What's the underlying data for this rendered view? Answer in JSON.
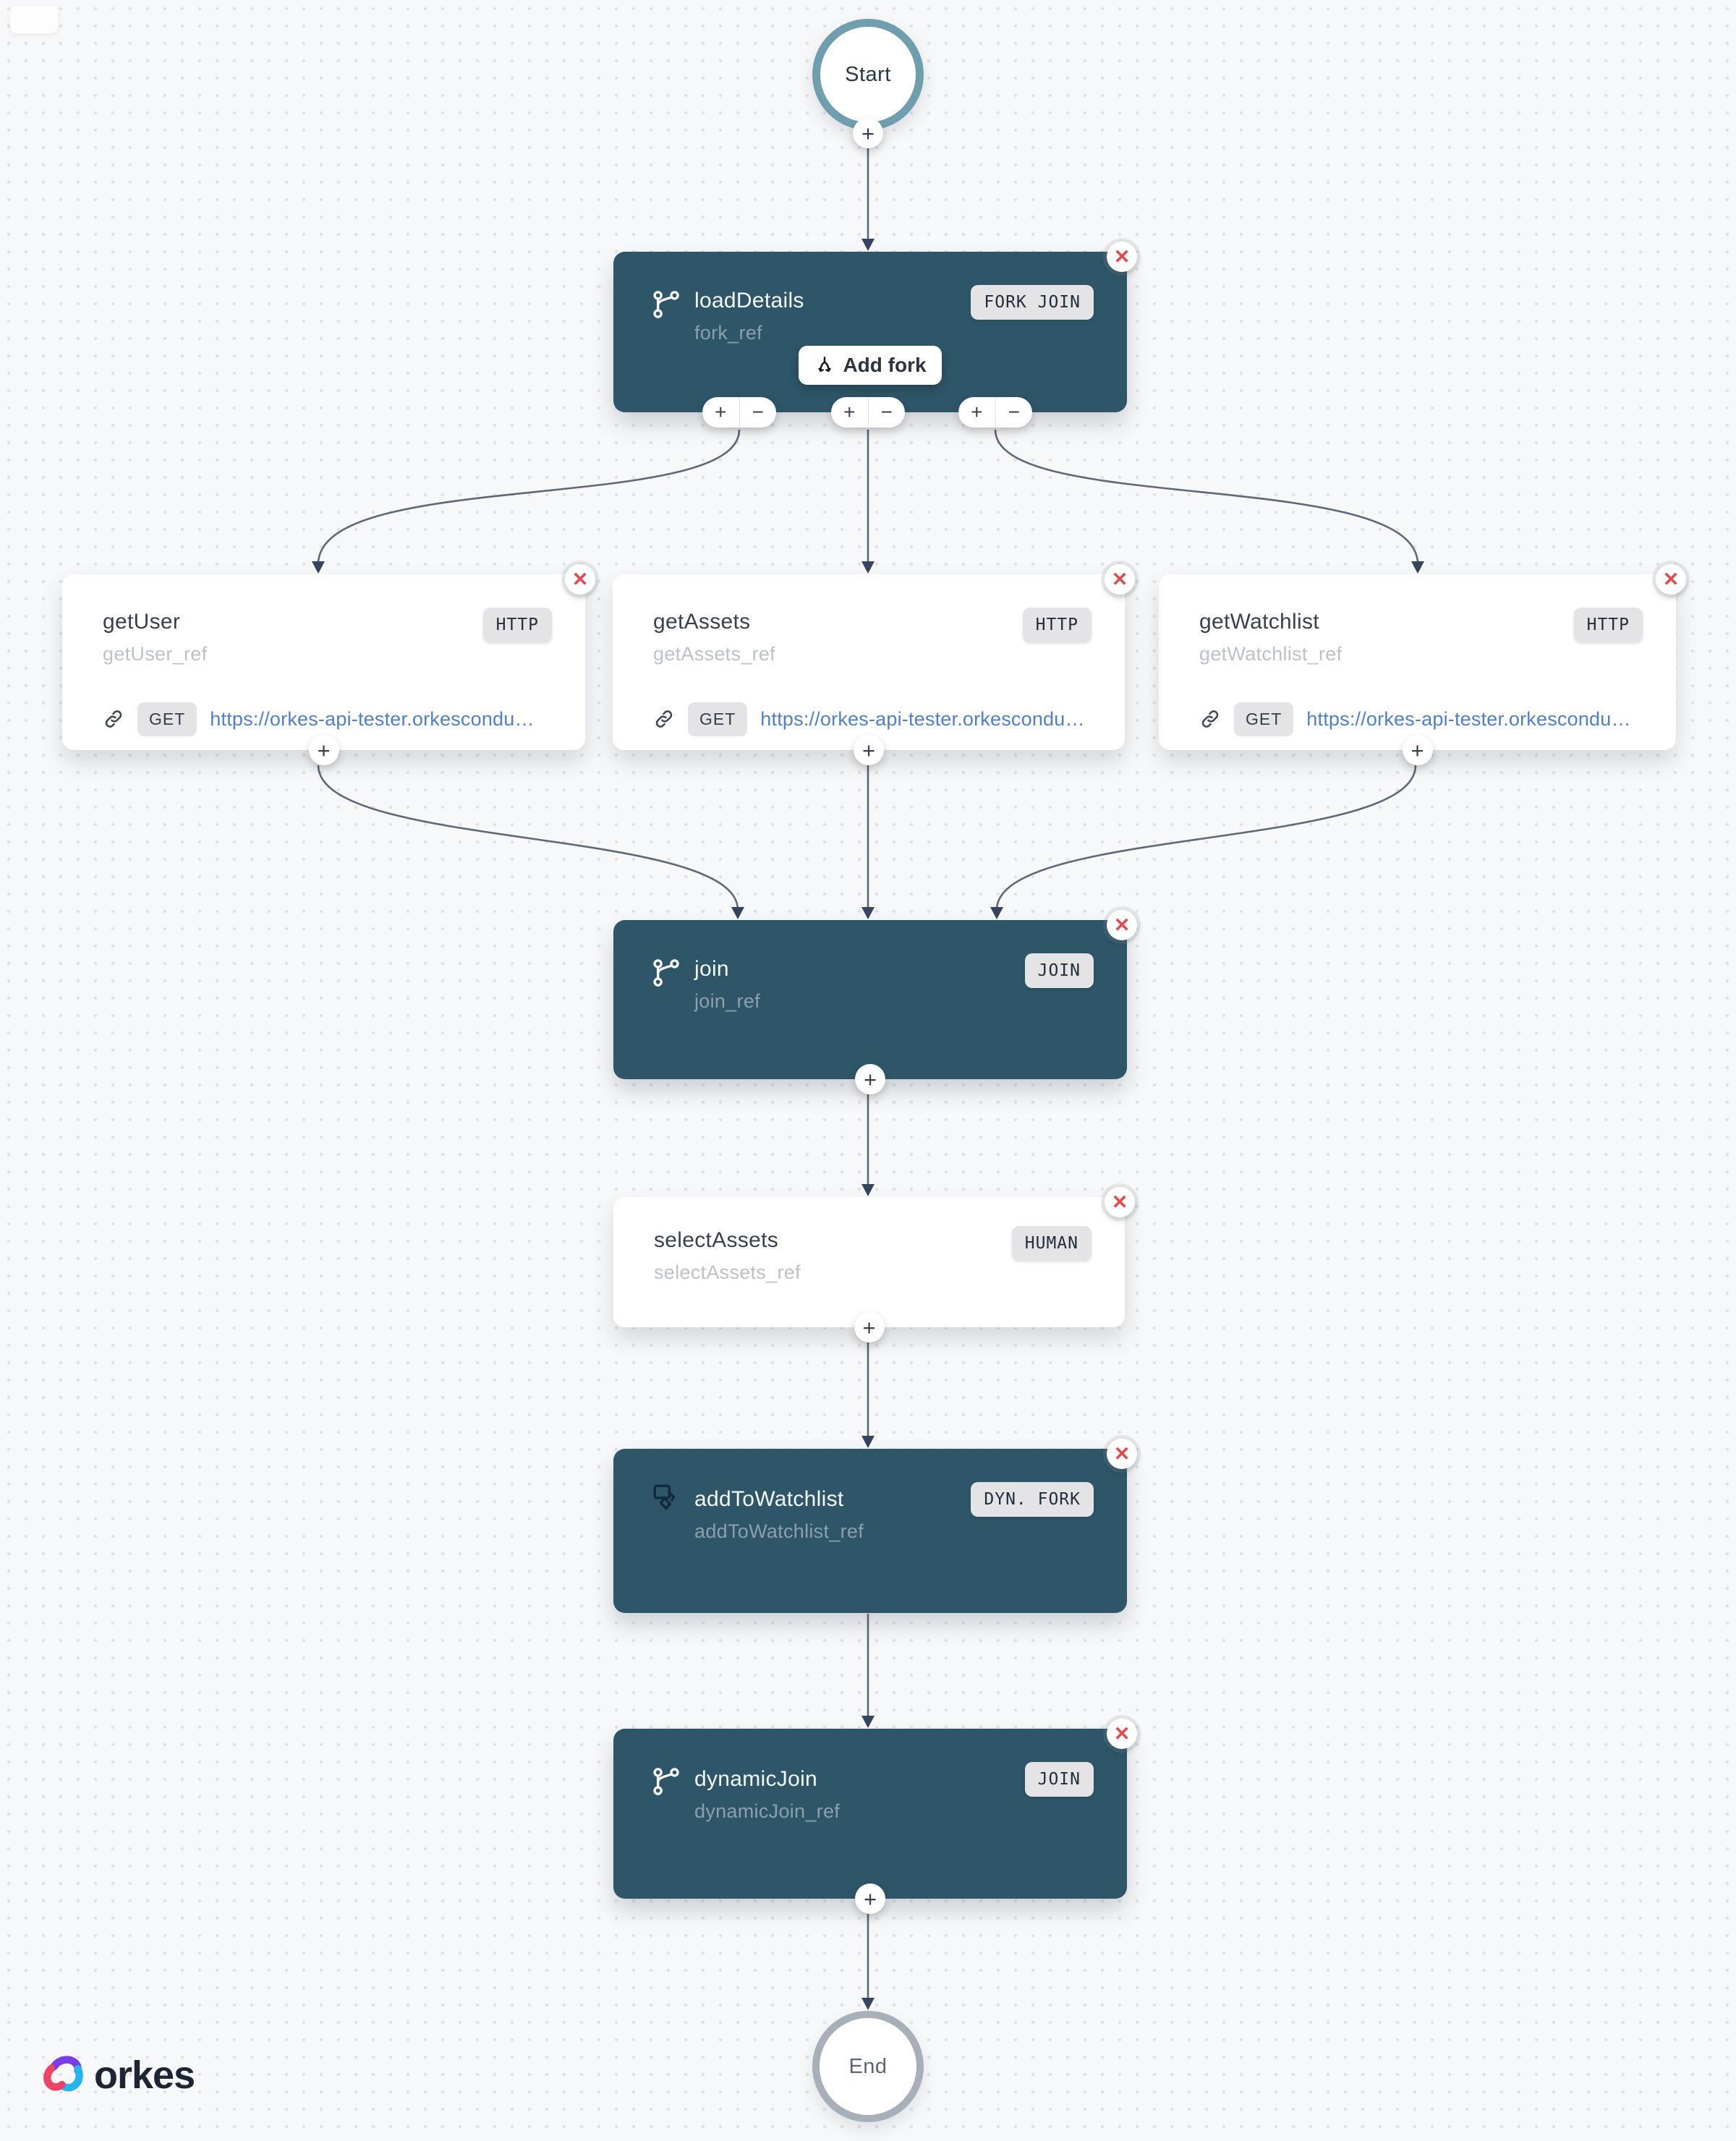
{
  "start": {
    "label": "Start"
  },
  "end": {
    "label": "End"
  },
  "logo": {
    "text": "orkes"
  },
  "controls": {
    "plus": "+",
    "minus": "−",
    "close": "✕"
  },
  "nodes": {
    "loadDetails": {
      "title": "loadDetails",
      "ref": "fork_ref",
      "badge": "FORK JOIN",
      "add_fork_label": "Add fork"
    },
    "getUser": {
      "title": "getUser",
      "ref": "getUser_ref",
      "badge": "HTTP",
      "method": "GET",
      "url": "https://orkes-api-tester.orkescondu…"
    },
    "getAssets": {
      "title": "getAssets",
      "ref": "getAssets_ref",
      "badge": "HTTP",
      "method": "GET",
      "url": "https://orkes-api-tester.orkescondu…"
    },
    "getWatchlist": {
      "title": "getWatchlist",
      "ref": "getWatchlist_ref",
      "badge": "HTTP",
      "method": "GET",
      "url": "https://orkes-api-tester.orkescondu…"
    },
    "join": {
      "title": "join",
      "ref": "join_ref",
      "badge": "JOIN"
    },
    "selectAssets": {
      "title": "selectAssets",
      "ref": "selectAssets_ref",
      "badge": "HUMAN"
    },
    "addToWatchlist": {
      "title": "addToWatchlist",
      "ref": "addToWatchlist_ref",
      "badge": "DYN. FORK"
    },
    "dynamicJoin": {
      "title": "dynamicJoin",
      "ref": "dynamicJoin_ref",
      "badge": "JOIN"
    }
  },
  "colors": {
    "node_dark": "#2e5668",
    "edge_line": "#5d6878",
    "arrowhead": "#35455f",
    "url_link": "#4d7fd8",
    "close_red": "#e5484d",
    "start_ring": "#6f9fae",
    "end_ring": "#a7b0b8",
    "logo_purple": "#7c3aed",
    "logo_pink": "#ee4266",
    "logo_cyan": "#23b3f0"
  }
}
